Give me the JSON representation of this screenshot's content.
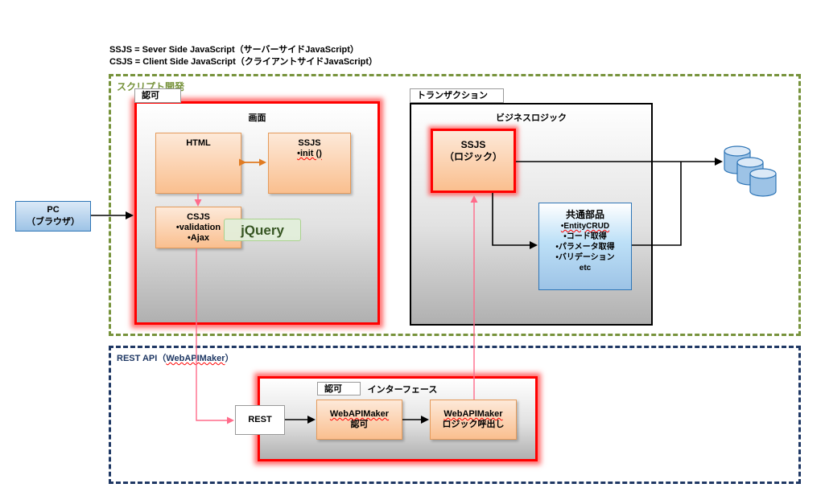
{
  "legend": {
    "ssjs": "SSJS = Sever Side JavaScript（サーバーサイドJavaScript）",
    "csjs": "CSJS = Client Side JavaScript（クライアントサイドJavaScript）"
  },
  "script_region": {
    "label": "スクリプト開発"
  },
  "screen": {
    "auth_tag": "認可",
    "title": "画面",
    "html_box": "HTML",
    "ssjs_title": "SSJS",
    "ssjs_item": "•init ()",
    "csjs_title": "CSJS",
    "csjs_item1": "•validation",
    "csjs_item2": "•Ajax",
    "jquery": "jQuery"
  },
  "pc": {
    "line1": "PC",
    "line2": "（ブラウザ）"
  },
  "transaction": {
    "tag": "トランザクション",
    "title": "ビジネスロジック",
    "ssjs_title": "SSJS",
    "ssjs_sub": "（ロジック）",
    "common": {
      "title": "共通部品",
      "items": [
        "•EntityCRUD",
        "•コード取得",
        "•パラメータ取得",
        "•バリデーション",
        "etc"
      ]
    }
  },
  "rest_region": {
    "label_prefix": "REST API（",
    "label_name": "WebAPIMaker",
    "label_suffix": "）"
  },
  "interface": {
    "auth_tag": "認可",
    "title": "インターフェース",
    "rest": "REST",
    "auth_box_name": "WebAPIMaker",
    "auth_box_label": "認可",
    "logic_box_name": "WebAPIMaker",
    "logic_box_label": "ロジック呼出し"
  },
  "database": {
    "icon": "database-icon"
  },
  "colors": {
    "red_accent": "#ff0000",
    "green_dash": "#77933c",
    "navy_dash": "#1f3864",
    "orange_fill": "#fabf8f",
    "blue_fill": "#9dc3e6",
    "pink_line": "#ff6b8a",
    "orange_arrow": "#e07b22"
  }
}
